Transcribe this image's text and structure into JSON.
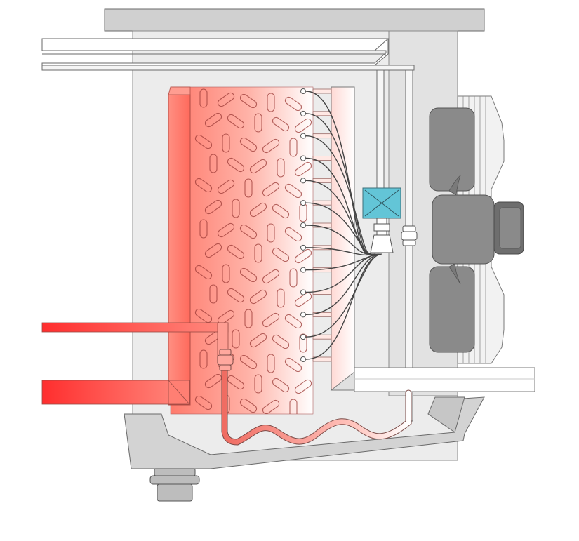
{
  "diagram": {
    "subject": "evaporator-unit-cutaway",
    "labels": [],
    "colors": {
      "background": "#ffffff",
      "housing_light": "#ebebeb",
      "housing_mid": "#d6d6d6",
      "housing_dark": "#c8c8c8",
      "outline": "#5a5a5a",
      "hot": "#ff3b3b",
      "hot_light": "#ff9a8e",
      "valve_fill": "#5fc4d6",
      "fan": "#8a8a8a",
      "fan_dark": "#6f6f6f",
      "tube": "#444444"
    },
    "components": {
      "heat_exchanger": {
        "fin_pattern": "oblique-slots",
        "distributor_tube_count": 13
      },
      "expansion_valve": {
        "shape": "box-with-cross"
      },
      "fan": {
        "blades": 3
      },
      "drain_pan": {
        "has_drain_fitting": true
      }
    }
  }
}
